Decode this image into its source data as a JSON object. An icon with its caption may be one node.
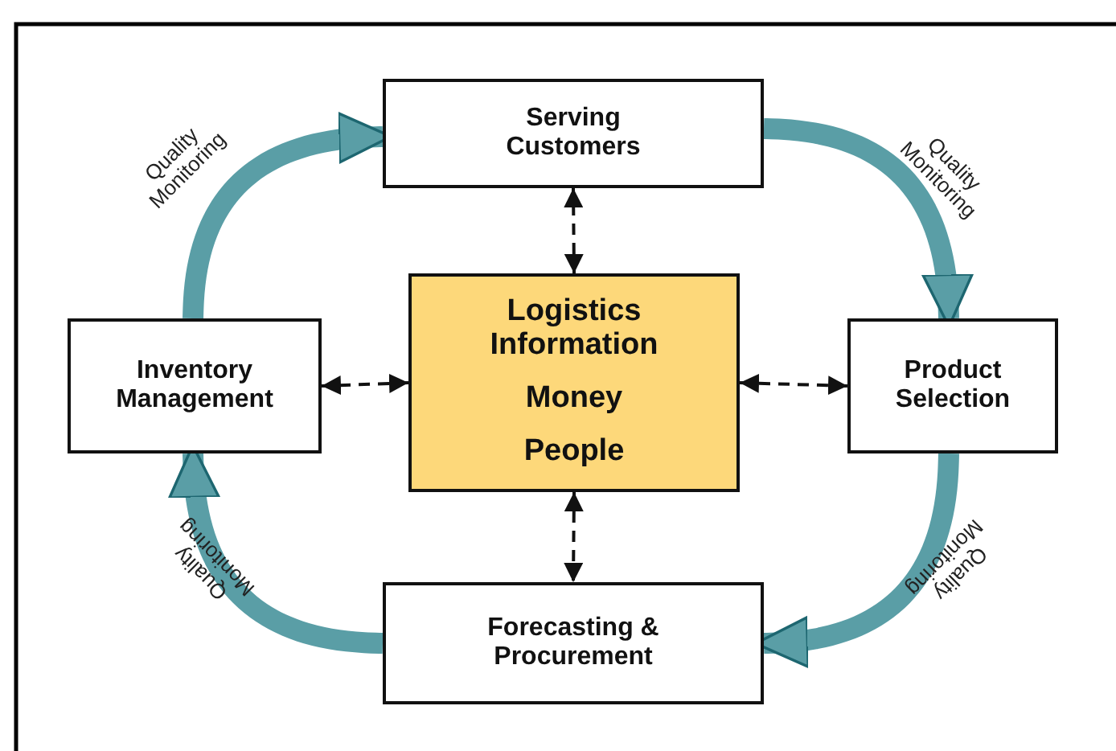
{
  "diagram": {
    "nodes": [
      {
        "text": [
          "Serving Customers"
        ]
      },
      {
        "text": [
          "Inventory Management"
        ]
      },
      {
        "text": [
          "Logistics Information",
          "Money",
          "People"
        ]
      },
      {
        "text": [
          "Product Selection"
        ]
      },
      {
        "text": [
          "Forecasting & Procurement"
        ]
      }
    ],
    "edges": [
      {
        "from": 1,
        "to": 0,
        "arrow": "to",
        "label": "Quality Monitoring",
        "style": "thick",
        "color": "#5a9ea6"
      },
      {
        "from": 0,
        "to": 3,
        "arrow": "to",
        "label": "Quality Monitoring",
        "style": "thick",
        "color": "#5a9ea6"
      },
      {
        "from": 3,
        "to": 4,
        "arrow": "to",
        "label": "Quality Monitoring",
        "style": "thick",
        "color": "#5a9ea6"
      },
      {
        "from": 4,
        "to": 1,
        "arrow": "to",
        "label": "Quality Monitoring",
        "style": "thick",
        "color": "#5a9ea6"
      },
      {
        "from": 2,
        "to": 0,
        "arrow": "both",
        "style": "dashed",
        "color": "#111111"
      },
      {
        "from": 2,
        "to": 1,
        "arrow": "both",
        "style": "dashed",
        "color": "#111111"
      },
      {
        "from": 2,
        "to": 3,
        "arrow": "both",
        "style": "dashed",
        "color": "#111111"
      },
      {
        "from": 2,
        "to": 4,
        "arrow": "both",
        "style": "dashed",
        "color": "#111111"
      }
    ]
  }
}
